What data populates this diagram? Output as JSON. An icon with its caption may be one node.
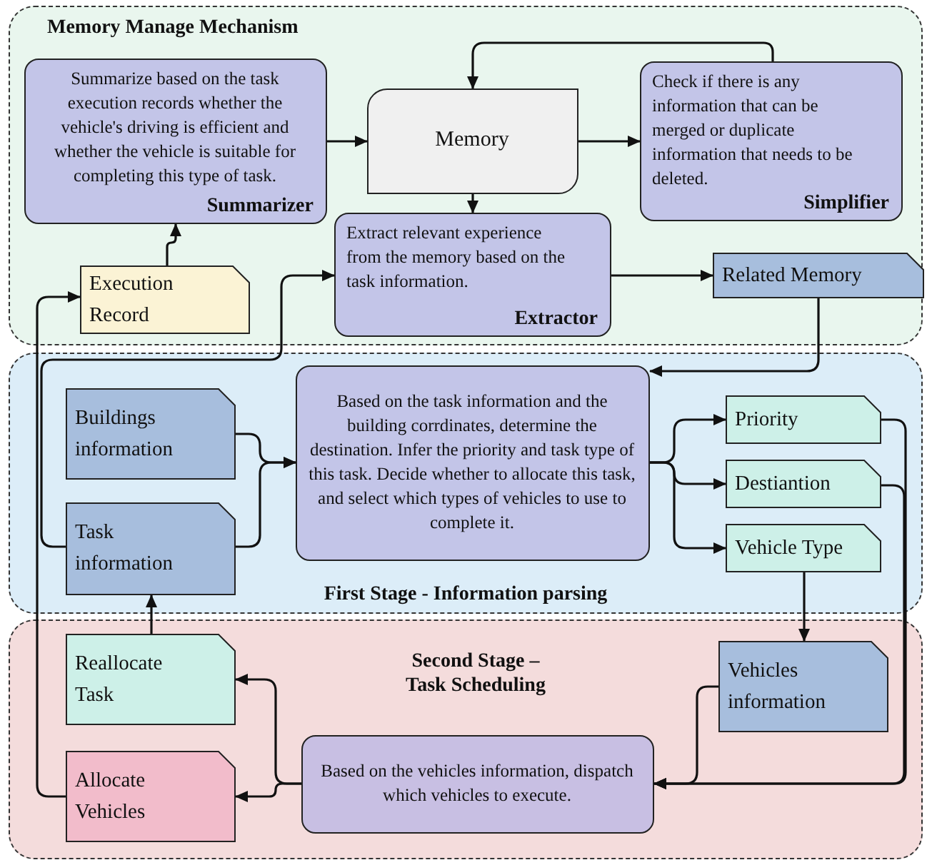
{
  "diagram": {
    "nodes": [
      {
        "text": [
          "Memory Manage Mechanism"
        ]
      },
      {
        "text": [
          "Summarize based on the task execution records whether the vehicle's driving is efficient and whether the vehicle is suitable for completing this type of task.",
          "Summarizer"
        ],
        "in": 0
      },
      {
        "text": [
          "Memory"
        ],
        "in": 0
      },
      {
        "text": [
          "Check if there is any information that can be merged or duplicate information that needs to be deleted.",
          "Simplifier"
        ],
        "in": 0
      },
      {
        "text": [
          "Execution Record"
        ],
        "in": 0
      },
      {
        "text": [
          "Extract relevant experience from the memory based on the task information.",
          "Extractor"
        ],
        "in": 0
      },
      {
        "text": [
          "Related Memory"
        ],
        "in": 0
      },
      {
        "text": [
          "First Stage - Information parsing"
        ]
      },
      {
        "text": [
          "Buildings information"
        ],
        "in": 7
      },
      {
        "text": [
          "Task information"
        ],
        "in": 7
      },
      {
        "text": [
          "Based on the task information and the building corrdinates, determine the destination. Infer the priority and task type of this task. Decide whether to allocate this task, and select which types of vehicles to use to complete it."
        ],
        "in": 7
      },
      {
        "text": [
          "Priority"
        ],
        "in": 7
      },
      {
        "text": [
          "Destiantion"
        ],
        "in": 7
      },
      {
        "text": [
          "Vehicle Type"
        ],
        "in": 7
      },
      {
        "text": [
          "Second Stage – Task Scheduling"
        ]
      },
      {
        "text": [
          "Reallocate Task"
        ],
        "in": 14
      },
      {
        "text": [
          "Allocate Vehicles"
        ],
        "in": 14
      },
      {
        "text": [
          "Based on the vehicles information, dispatch which vehicles to execute."
        ],
        "in": 14
      },
      {
        "text": [
          "Vehicles information"
        ],
        "in": 14
      }
    ],
    "edges": [
      {
        "from": 1,
        "to": 2,
        "arrow": "to"
      },
      {
        "from": 2,
        "to": 3,
        "arrow": "to"
      },
      {
        "from": 3,
        "to": 2,
        "arrow": "to"
      },
      {
        "from": 2,
        "to": 5,
        "arrow": "to"
      },
      {
        "from": 4,
        "to": 1,
        "arrow": "to"
      },
      {
        "from": 5,
        "to": 6,
        "arrow": "to"
      },
      {
        "from": 6,
        "to": 10,
        "arrow": "to"
      },
      {
        "from": 9,
        "to": 5,
        "arrow": "to"
      },
      {
        "from": 16,
        "to": 4,
        "arrow": "to"
      },
      {
        "from": 8,
        "to": 10,
        "arrow": "to"
      },
      {
        "from": 9,
        "to": 10,
        "arrow": "to"
      },
      {
        "from": 10,
        "to": 11,
        "arrow": "to"
      },
      {
        "from": 10,
        "to": 12,
        "arrow": "to"
      },
      {
        "from": 10,
        "to": 13,
        "arrow": "to"
      },
      {
        "from": 13,
        "to": 18,
        "arrow": "to"
      },
      {
        "from": 11,
        "to": 17,
        "arrow": "to"
      },
      {
        "from": 12,
        "to": 17,
        "arrow": "to"
      },
      {
        "from": 18,
        "to": 17,
        "arrow": "to"
      },
      {
        "from": 17,
        "to": 15,
        "arrow": "to"
      },
      {
        "from": 17,
        "to": 16,
        "arrow": "to"
      },
      {
        "from": 15,
        "to": 9,
        "arrow": "to"
      }
    ]
  }
}
